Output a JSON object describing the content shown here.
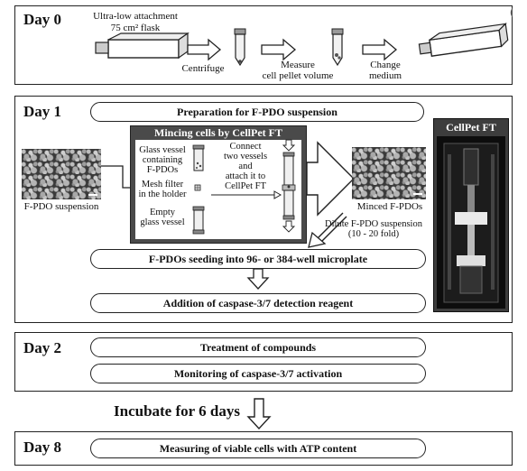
{
  "day0": {
    "title": "Day 0",
    "flask_line1": "Ultra-low attachment",
    "flask_line2": "75 cm² flask",
    "centrifuge": "Centrifuge",
    "measure_line1": "Measure",
    "measure_line2": "cell pellet volume",
    "change_line1": "Change",
    "change_line2": "medium"
  },
  "day1": {
    "title": "Day 1",
    "prep": "Preparation for F-PDO suspension",
    "suspension": "F-PDO suspension",
    "mincing_title": "Mincing cells by CellPet FT",
    "glass_line1": "Glass vessel",
    "glass_line2": "containing",
    "glass_line3": "F-PDOs",
    "mesh_line1": "Mesh filter",
    "mesh_line2": "in the holder",
    "empty_line1": "Empty",
    "empty_line2": "glass vessel",
    "connect_line1": "Connect",
    "connect_line2": "two vessels",
    "connect_line3": "and",
    "connect_line4": "attach it to",
    "connect_line5": "CellPet FT",
    "minced": "Minced F-PDOs",
    "dilute_line1": "Dilute F-PDO suspension",
    "dilute_line2": "(10 - 20 fold)",
    "seeding": "F-PDOs seeding into 96- or 384-well microplate",
    "caspase": "Addition of caspase-3/7 detection reagent",
    "device_title": "CellPet FT"
  },
  "day2": {
    "title": "Day 2",
    "treatment": "Treatment of compounds",
    "monitoring": "Monitoring of caspase-3/7 activation"
  },
  "incubate": "Incubate for 6 days",
  "day8": {
    "title": "Day 8",
    "measuring": "Measuring of viable cells with ATP content"
  }
}
